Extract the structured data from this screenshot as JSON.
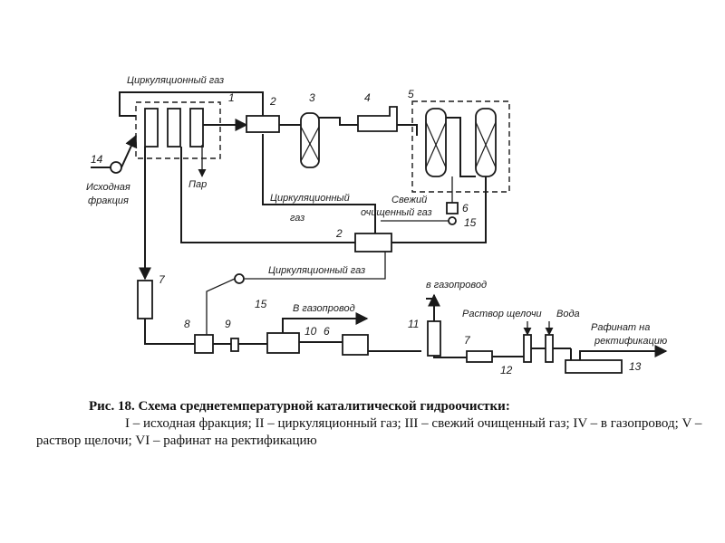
{
  "diagram": {
    "labels": {
      "circ_gas_top": "Циркуляционный газ",
      "circ_gas_mid_1": "Циркуляционный",
      "circ_gas_mid_2": "газ",
      "circ_gas_low": "Циркуляционный газ",
      "fresh_gas_1": "Свежий",
      "fresh_gas_2": "очищенный газ",
      "feed_1": "Исходная",
      "feed_2": "фракция",
      "steam": "Пар",
      "gas_line_1": "В газопровод",
      "gas_line_2": "в газопровод",
      "alkali": "Раствор щелочи",
      "water": "Вода",
      "raffinate_1": "Рафинат на",
      "raffinate_2": "ректификацию"
    },
    "numbers": {
      "n1": "1",
      "n2a": "2",
      "n2b": "2",
      "n3": "3",
      "n4": "4",
      "n5": "5",
      "n6a": "6",
      "n6b": "6",
      "n7a": "7",
      "n7b": "7",
      "n8": "8",
      "n9": "9",
      "n10": "10",
      "n11": "11",
      "n12": "12",
      "n13": "13",
      "n14": "14",
      "n15a": "15",
      "n15b": "15"
    }
  },
  "caption": {
    "title": "Рис. 18. Схема среднетемпературной каталитической гидроочистки:",
    "legend": "I – исходная фракция; II – циркуляционный газ; III – свежий очищенный газ; IV – в газопровод; V – раствор щелочи; VI – рафинат на ректификацию"
  }
}
